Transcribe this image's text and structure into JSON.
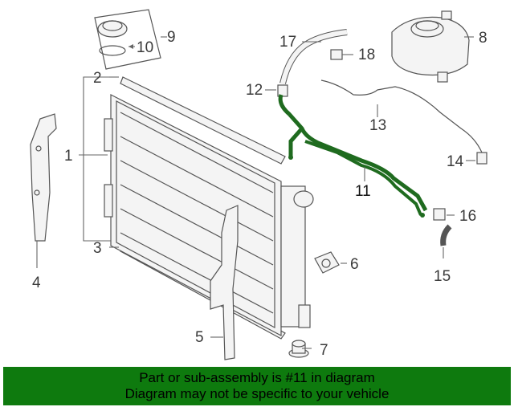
{
  "callouts": {
    "c1": "1",
    "c2": "2",
    "c3": "3",
    "c4": "4",
    "c5": "5",
    "c6": "6",
    "c7": "7",
    "c8": "8",
    "c9": "9",
    "c10": "10",
    "c11": "11",
    "c12": "12",
    "c13": "13",
    "c14": "14",
    "c15": "15",
    "c16": "16",
    "c17": "17",
    "c18": "18"
  },
  "footer": {
    "line1": "Part or sub-assembly is #11 in diagram",
    "line2": "Diagram may not be specific to your vehicle"
  },
  "colors": {
    "banner": "#0e7a0e",
    "highlight_part": "#1f6b1f"
  }
}
